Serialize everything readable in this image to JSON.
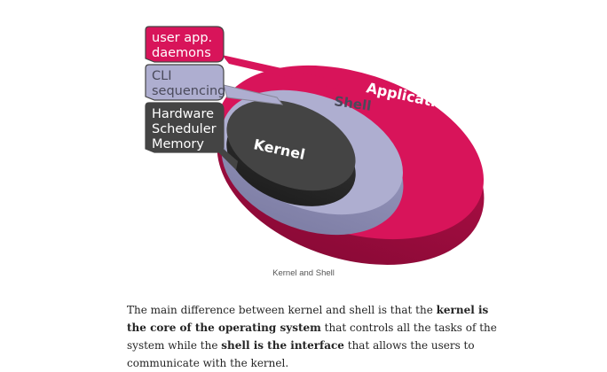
{
  "figure": {
    "layers": {
      "application": "Application",
      "shell": "Shell",
      "kernel": "Kernel"
    },
    "callouts": {
      "application": [
        "user app.",
        "daemons"
      ],
      "shell": [
        "CLI",
        "sequencing"
      ],
      "kernel": [
        "Hardware",
        "Scheduler",
        "Memory"
      ]
    },
    "colors": {
      "application": "#d8145a",
      "shell": "#aeaed0",
      "kernel": "#444444"
    }
  },
  "caption": "Kernel and Shell",
  "paragraph": {
    "part1": "The main difference between kernel and shell is that the ",
    "bold1": "kernel is the core of the operating system",
    "part2": " that controls all the tasks of the system while the ",
    "bold2": "shell is the interface",
    "part3": " that allows the users to communicate with the kernel."
  }
}
